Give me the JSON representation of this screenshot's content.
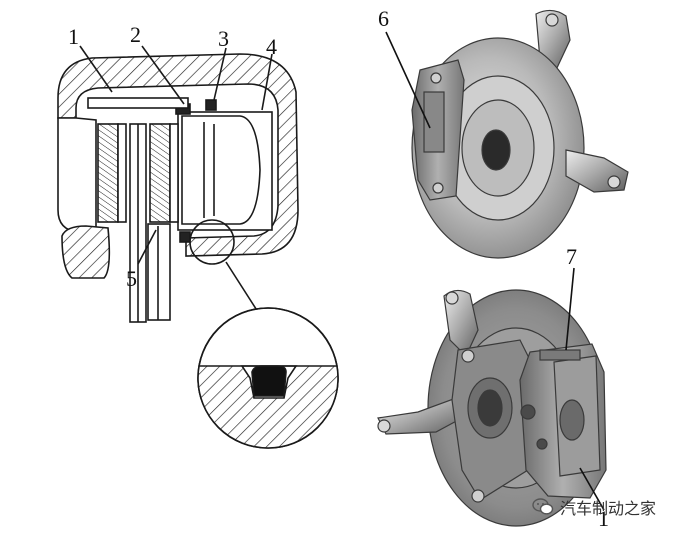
{
  "labels": {
    "l1": "1",
    "l2": "2",
    "l3": "3",
    "l4": "4",
    "l5": "5",
    "l6": "6",
    "l7": "7",
    "l1b": "1"
  },
  "watermark": {
    "text": "汽车制动之家",
    "icon": "wechat-icon"
  },
  "colors": {
    "line": "#1a1a1a",
    "hatch": "#222222",
    "metal_light": "#c9c9c9",
    "metal_mid": "#9a9a9a",
    "metal_dark": "#555555"
  }
}
